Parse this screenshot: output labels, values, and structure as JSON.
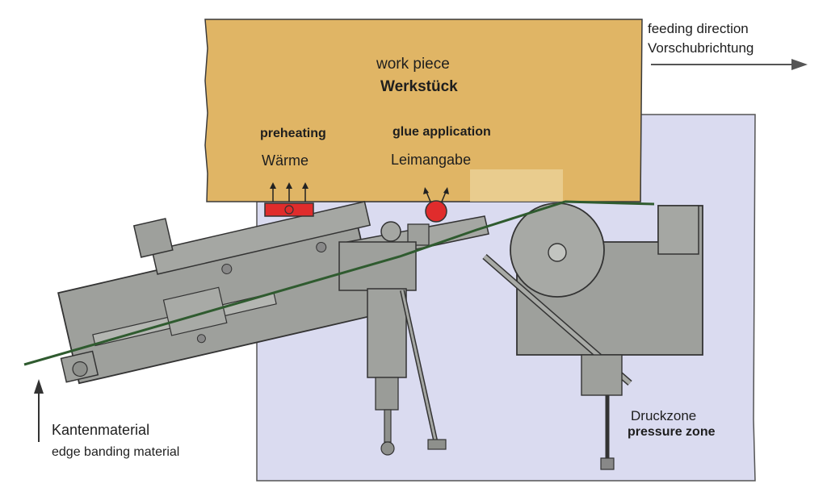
{
  "workpiece": {
    "label_en": "work piece",
    "label_de": "Werkstück"
  },
  "preheating": {
    "label_en": "preheating",
    "label_de": "Wärme"
  },
  "glue": {
    "label_en": "glue application",
    "label_de": "Leimangabe"
  },
  "feeding": {
    "label_en": "feeding direction",
    "label_de": "Vorschubrichtung"
  },
  "edge_material": {
    "label_de": "Kantenmaterial",
    "label_en": "edge banding material"
  },
  "pressure_zone": {
    "label_de": "Druckzone",
    "label_en": "pressure zone"
  },
  "colors": {
    "workpiece": "#e0b565",
    "background_panel": "#dadbf0",
    "machine": "#9ea09c",
    "heater": "#e02c2c",
    "edge_band": "#2f5b2f",
    "outline": "#2a2a2a"
  }
}
